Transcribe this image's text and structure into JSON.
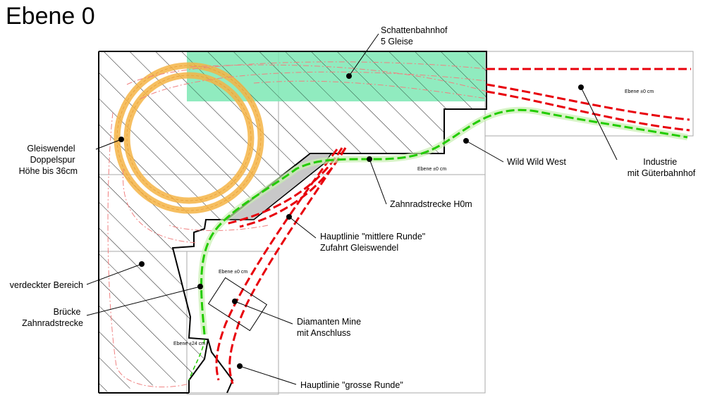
{
  "title": "Ebene 0",
  "labels": {
    "schattenbahnhof": [
      "Schattenbahnhof",
      "5 Gleise"
    ],
    "gleiswendel": [
      "Gleiswendel",
      "Doppelspur",
      "Höhe bis 36cm"
    ],
    "industrie": [
      "Industrie",
      "mit Güterbahnhof"
    ],
    "wildwest": [
      "Wild Wild West"
    ],
    "zahnrad": [
      "Zahnradstrecke H0m"
    ],
    "mittlere": [
      "Hauptlinie \"mittlere Runde\"",
      "Zufahrt Gleiswendel"
    ],
    "verdeckt": [
      "verdeckter Bereich"
    ],
    "bruecke": [
      "Brücke",
      "Zahnradstrecke"
    ],
    "diamant": [
      "Diamanten Mine",
      "mit Anschluss"
    ],
    "grosse": [
      "Hauptlinie \"grosse Runde\""
    ]
  },
  "level_tags": {
    "industrie": "Ebene ±0 cm",
    "wildwest": "Ebene ±0 cm",
    "mine": "Ebene ±0 cm",
    "bruecke": "Ebene ±24 cm"
  },
  "colors": {
    "main_line": "#e8000b",
    "rack_line": "#22cc00",
    "helix": "#f5b445",
    "shadow_station": "#7de8b4",
    "hidden_track": "#f08080",
    "hatch": "#000000"
  }
}
